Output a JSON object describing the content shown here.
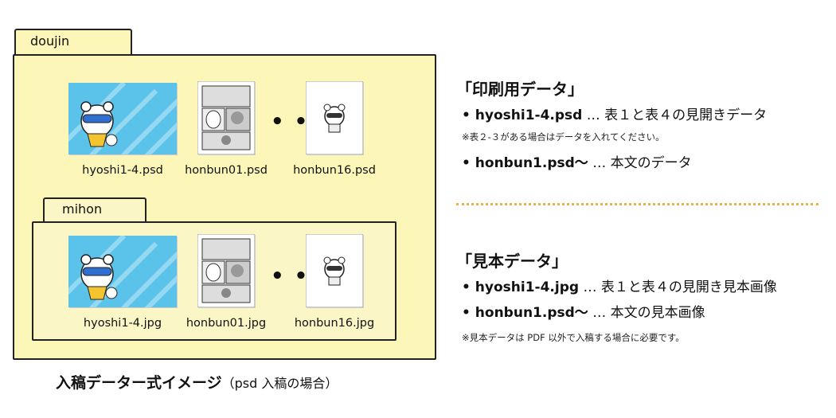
{
  "folders": {
    "outer_label": "doujin",
    "inner_label": "mihon"
  },
  "doujin_files": [
    "hyoshi1-4.psd",
    "honbun01.psd",
    "honbun16.psd"
  ],
  "mihon_files": [
    "hyoshi1-4.jpg",
    "honbun01.jpg",
    "honbun16.jpg"
  ],
  "ellipsis": "• • •",
  "caption": {
    "main": "入稿データー式イメージ",
    "sub": "（psd 入稿の場合）"
  },
  "print_section": {
    "heading": "「印刷用データ」",
    "item1_file": "• hyoshi1-4.psd",
    "item1_desc": " … 表１と表４の見開きデータ",
    "note1": "※表２-３がある場合はデータを入れてください。",
    "item2_file": "• honbun1.psd〜",
    "item2_desc": " … 本文のデータ"
  },
  "sample_section": {
    "heading": "「見本データ」",
    "item1_file": "• hyoshi1-4.jpg",
    "item1_desc": " … 表１と表４の見開き見本画像",
    "item2_file": "• honbun1.psd〜",
    "item2_desc": " … 本文の見本画像",
    "note": "※見本データは PDF 以外で入稿する場合に必要です。"
  },
  "colors": {
    "folder_fill": "#fcf6b8",
    "cover_blue": "#5bc3ea",
    "divider": "#e8b24a"
  }
}
